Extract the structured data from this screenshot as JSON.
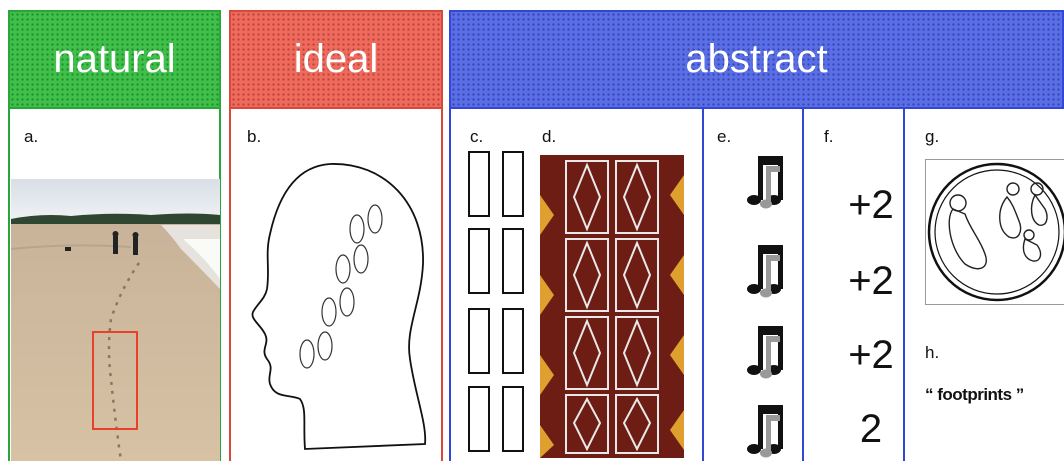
{
  "headers": {
    "natural": "natural",
    "ideal": "ideal",
    "abstract": "abstract"
  },
  "labels": {
    "a": "a.",
    "b": "b.",
    "c": "c.",
    "d": "d.",
    "e": "e.",
    "f": "f.",
    "g": "g.",
    "h": "h."
  },
  "steps": [
    "+2",
    "+2",
    "+2",
    "2"
  ],
  "quote": "“ footprints ”",
  "colors": {
    "natural": "#3ec04a",
    "ideal": "#ee6a5c",
    "abstract": "#5a6ee8"
  }
}
